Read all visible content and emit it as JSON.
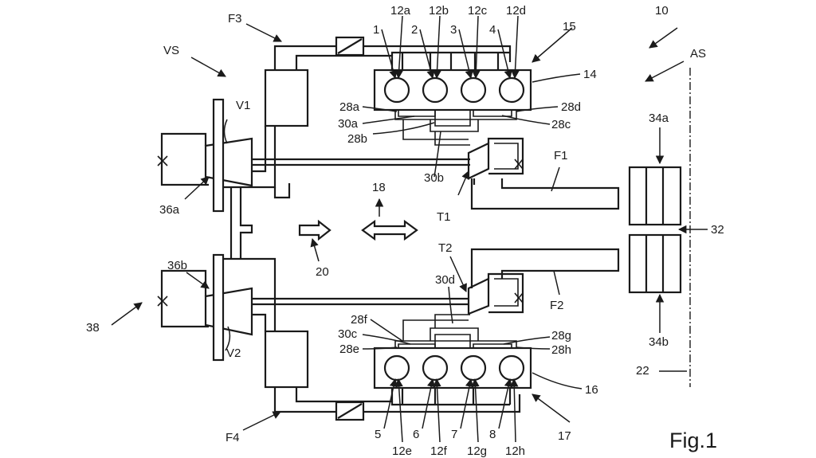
{
  "figure": {
    "title": "Fig.1",
    "labels": {
      "system": "10",
      "exhaust_side": "AS",
      "intake_side": "VS",
      "cylinders": [
        "1",
        "2",
        "3",
        "4",
        "5",
        "6",
        "7",
        "8"
      ],
      "cylinders_top": [
        "12a",
        "12b",
        "12c",
        "12d"
      ],
      "cylinders_bottom": [
        "12e",
        "12f",
        "12g",
        "12h"
      ],
      "bank_top": "14",
      "bank_bottom": "16",
      "bank_top_ref": "15",
      "bank_bottom_ref": "17",
      "axis_arrow": "18",
      "flow_arrow": "20",
      "centerline": "22",
      "gap": "32",
      "module_top": "34a",
      "module_bottom": "34b",
      "valve_top": "36a",
      "valve_bottom": "36b",
      "ref_38": "38",
      "compressor_1": "V1",
      "compressor_2": "V2",
      "turbine_1": "T1",
      "turbine_2": "T2",
      "flow_f1": "F1",
      "flow_f2": "F2",
      "flow_f3": "F3",
      "flow_f4": "F4",
      "ports_top": [
        "28a",
        "28b",
        "28c",
        "28d"
      ],
      "ports_bottom": [
        "28e",
        "28f",
        "28g",
        "28h"
      ],
      "manifolds_top": [
        "30a",
        "30b"
      ],
      "manifolds_bottom": [
        "30c",
        "30d"
      ]
    }
  }
}
